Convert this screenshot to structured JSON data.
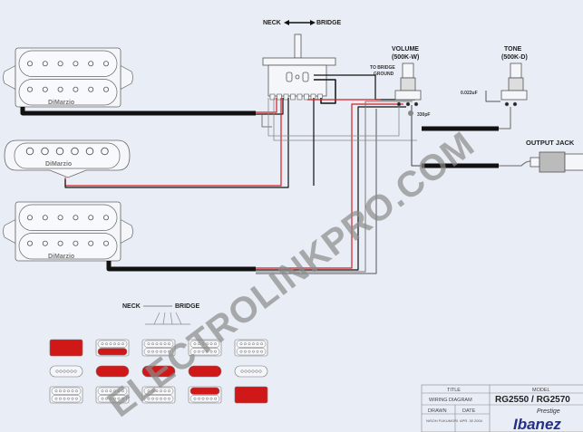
{
  "diagram": {
    "switch_label": {
      "neck": "NECK",
      "bridge": "BRIDGE"
    },
    "volume": {
      "name": "VOLUME",
      "value": "(500K-W)"
    },
    "tone": {
      "name": "TONE",
      "value": "(500K-D)"
    },
    "bridge_ground": {
      "line1": "TO BRIDGE",
      "line2": "GROUND"
    },
    "cap_tone": "0.022uF",
    "cap_volume": "330pF",
    "output_jack": "OUTPUT JACK",
    "pickup_brand": "DiMarzio",
    "position_chart": {
      "neck_label": "NECK",
      "bridge_label": "BRIDGE",
      "positions": [
        {
          "neck": "full",
          "middle": "off",
          "bridge": "off"
        },
        {
          "neck": "bottom",
          "middle": "on",
          "bridge": "off"
        },
        {
          "neck": "off",
          "middle": "on",
          "bridge": "off"
        },
        {
          "neck": "off",
          "middle": "on",
          "bridge": "top"
        },
        {
          "neck": "off",
          "middle": "off",
          "bridge": "full"
        }
      ]
    },
    "watermark": "ELECTROLINKPRO.COM"
  },
  "title_block": {
    "title_header": "TITLE",
    "title_value": "WIRING DIAGRAM",
    "model_header": "MODEL",
    "model_value": "RG2550 / RG2570",
    "drawn_header": "DRAWN",
    "drawn_value": "NISOH FUKUMORI",
    "date_header": "DATE",
    "date_value": "APR. 30 2004",
    "brand_script": "Prestige",
    "brand": "Ibanez"
  },
  "colors": {
    "red": "#d42020",
    "black": "#111111",
    "gray": "#555555",
    "active": "#d01818"
  }
}
